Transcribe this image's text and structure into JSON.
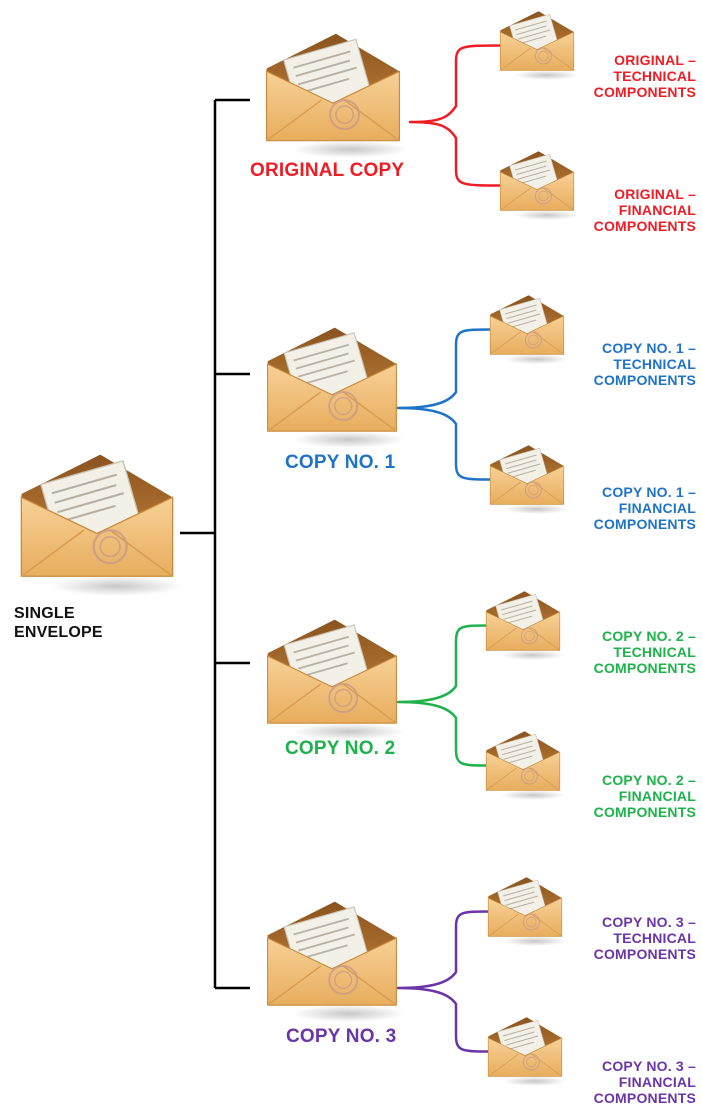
{
  "root": {
    "line1": "SINGLE",
    "line2": "ENVELOPE"
  },
  "colors": {
    "trunk": "#000000",
    "original": "#ee1c25",
    "copy1": "#1f74c6",
    "copy2": "#1db24b",
    "copy3": "#6a35a8",
    "envelope_body": "#f2c27c",
    "envelope_flap": "#e2a24e",
    "envelope_inner": "#b8742c",
    "paper": "#efece4"
  },
  "groups": [
    {
      "key": "original",
      "label": "ORIGINAL COPY",
      "technical": [
        "ORIGINAL –",
        "TECHNICAL",
        "COMPONENTS"
      ],
      "financial": [
        "ORIGINAL –",
        "FINANCIAL",
        "COMPONENTS"
      ]
    },
    {
      "key": "copy1",
      "label": "COPY NO. 1",
      "technical": [
        "COPY NO. 1 –",
        "TECHNICAL",
        "COMPONENTS"
      ],
      "financial": [
        "COPY NO. 1 –",
        "FINANCIAL",
        "COMPONENTS"
      ]
    },
    {
      "key": "copy2",
      "label": "COPY NO. 2",
      "technical": [
        "COPY NO. 2 –",
        "TECHNICAL",
        "COMPONENTS"
      ],
      "financial": [
        "COPY NO. 2 –",
        "FINANCIAL",
        "COMPONENTS"
      ]
    },
    {
      "key": "copy3",
      "label": "COPY NO. 3",
      "technical": [
        "COPY NO. 3 –",
        "TECHNICAL",
        "COMPONENTS"
      ],
      "financial": [
        "COPY NO. 3 –",
        "FINANCIAL",
        "COMPONENTS"
      ]
    }
  ]
}
